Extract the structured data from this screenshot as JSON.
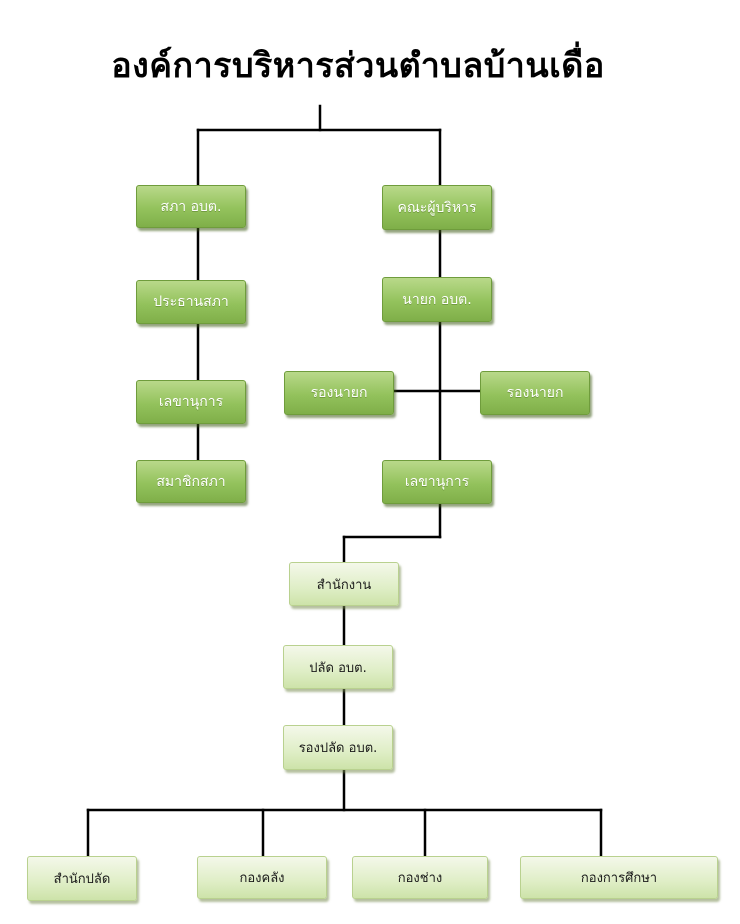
{
  "title": "องค์การบริหารส่วนตำบลบ้านเดื่อ",
  "nodes": {
    "council": "สภา อบต.",
    "council_president": "ประธานสภา",
    "council_secretary": "เลขานุการ",
    "council_members": "สมาชิกสภา",
    "executives": "คณะผู้บริหาร",
    "mayor": "นายก อบต.",
    "deputy_mayor_left": "รองนายก",
    "deputy_mayor_right": "รองนายก",
    "mayor_secretary": "เลขานุการ",
    "office": "สำนักงาน",
    "chief_admin": "ปลัด อบต.",
    "deputy_chief_admin": "รองปลัด อบต.",
    "dept_chief_office": "สำนักปลัด",
    "dept_finance": "กองคลัง",
    "dept_engineering": "กองช่าง",
    "dept_education": "กองการศึกษา"
  }
}
